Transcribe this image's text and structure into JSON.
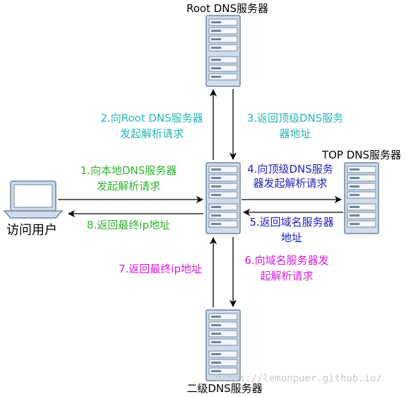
{
  "nodes": {
    "root_dns": "Root DNS服务器",
    "top_dns": "TOP DNS服务器",
    "second_dns": "二级DNS服务器",
    "user": "访问用户"
  },
  "steps": {
    "s1_line1": "1.向本地DNS服务器",
    "s1_line2": "发起解析请求",
    "s2_line1": "2.向Root DNS服务器",
    "s2_line2": "发起解析请求",
    "s3_line1": "3.返回顶级DNS服务",
    "s3_line2": "器地址",
    "s4_line1": "4.向顶级DNS服务",
    "s4_line2": "器发起解析请求",
    "s5_line1": "5.返回域名服务器",
    "s5_line2": "地址",
    "s6_line1": "6.向域名服务器发",
    "s6_line2": "起解析请求",
    "s7": "7.返回最终ip地址",
    "s8": "8.返回最终ip地址"
  },
  "watermark": "https://lemonpuer.github.io/",
  "colors": {
    "green": "#33b233",
    "teal": "#2bb5b8",
    "blue": "#1f1fbf",
    "magenta": "#d51ed5",
    "server_fill": "#d0dceb",
    "server_stroke": "#6e859e"
  }
}
